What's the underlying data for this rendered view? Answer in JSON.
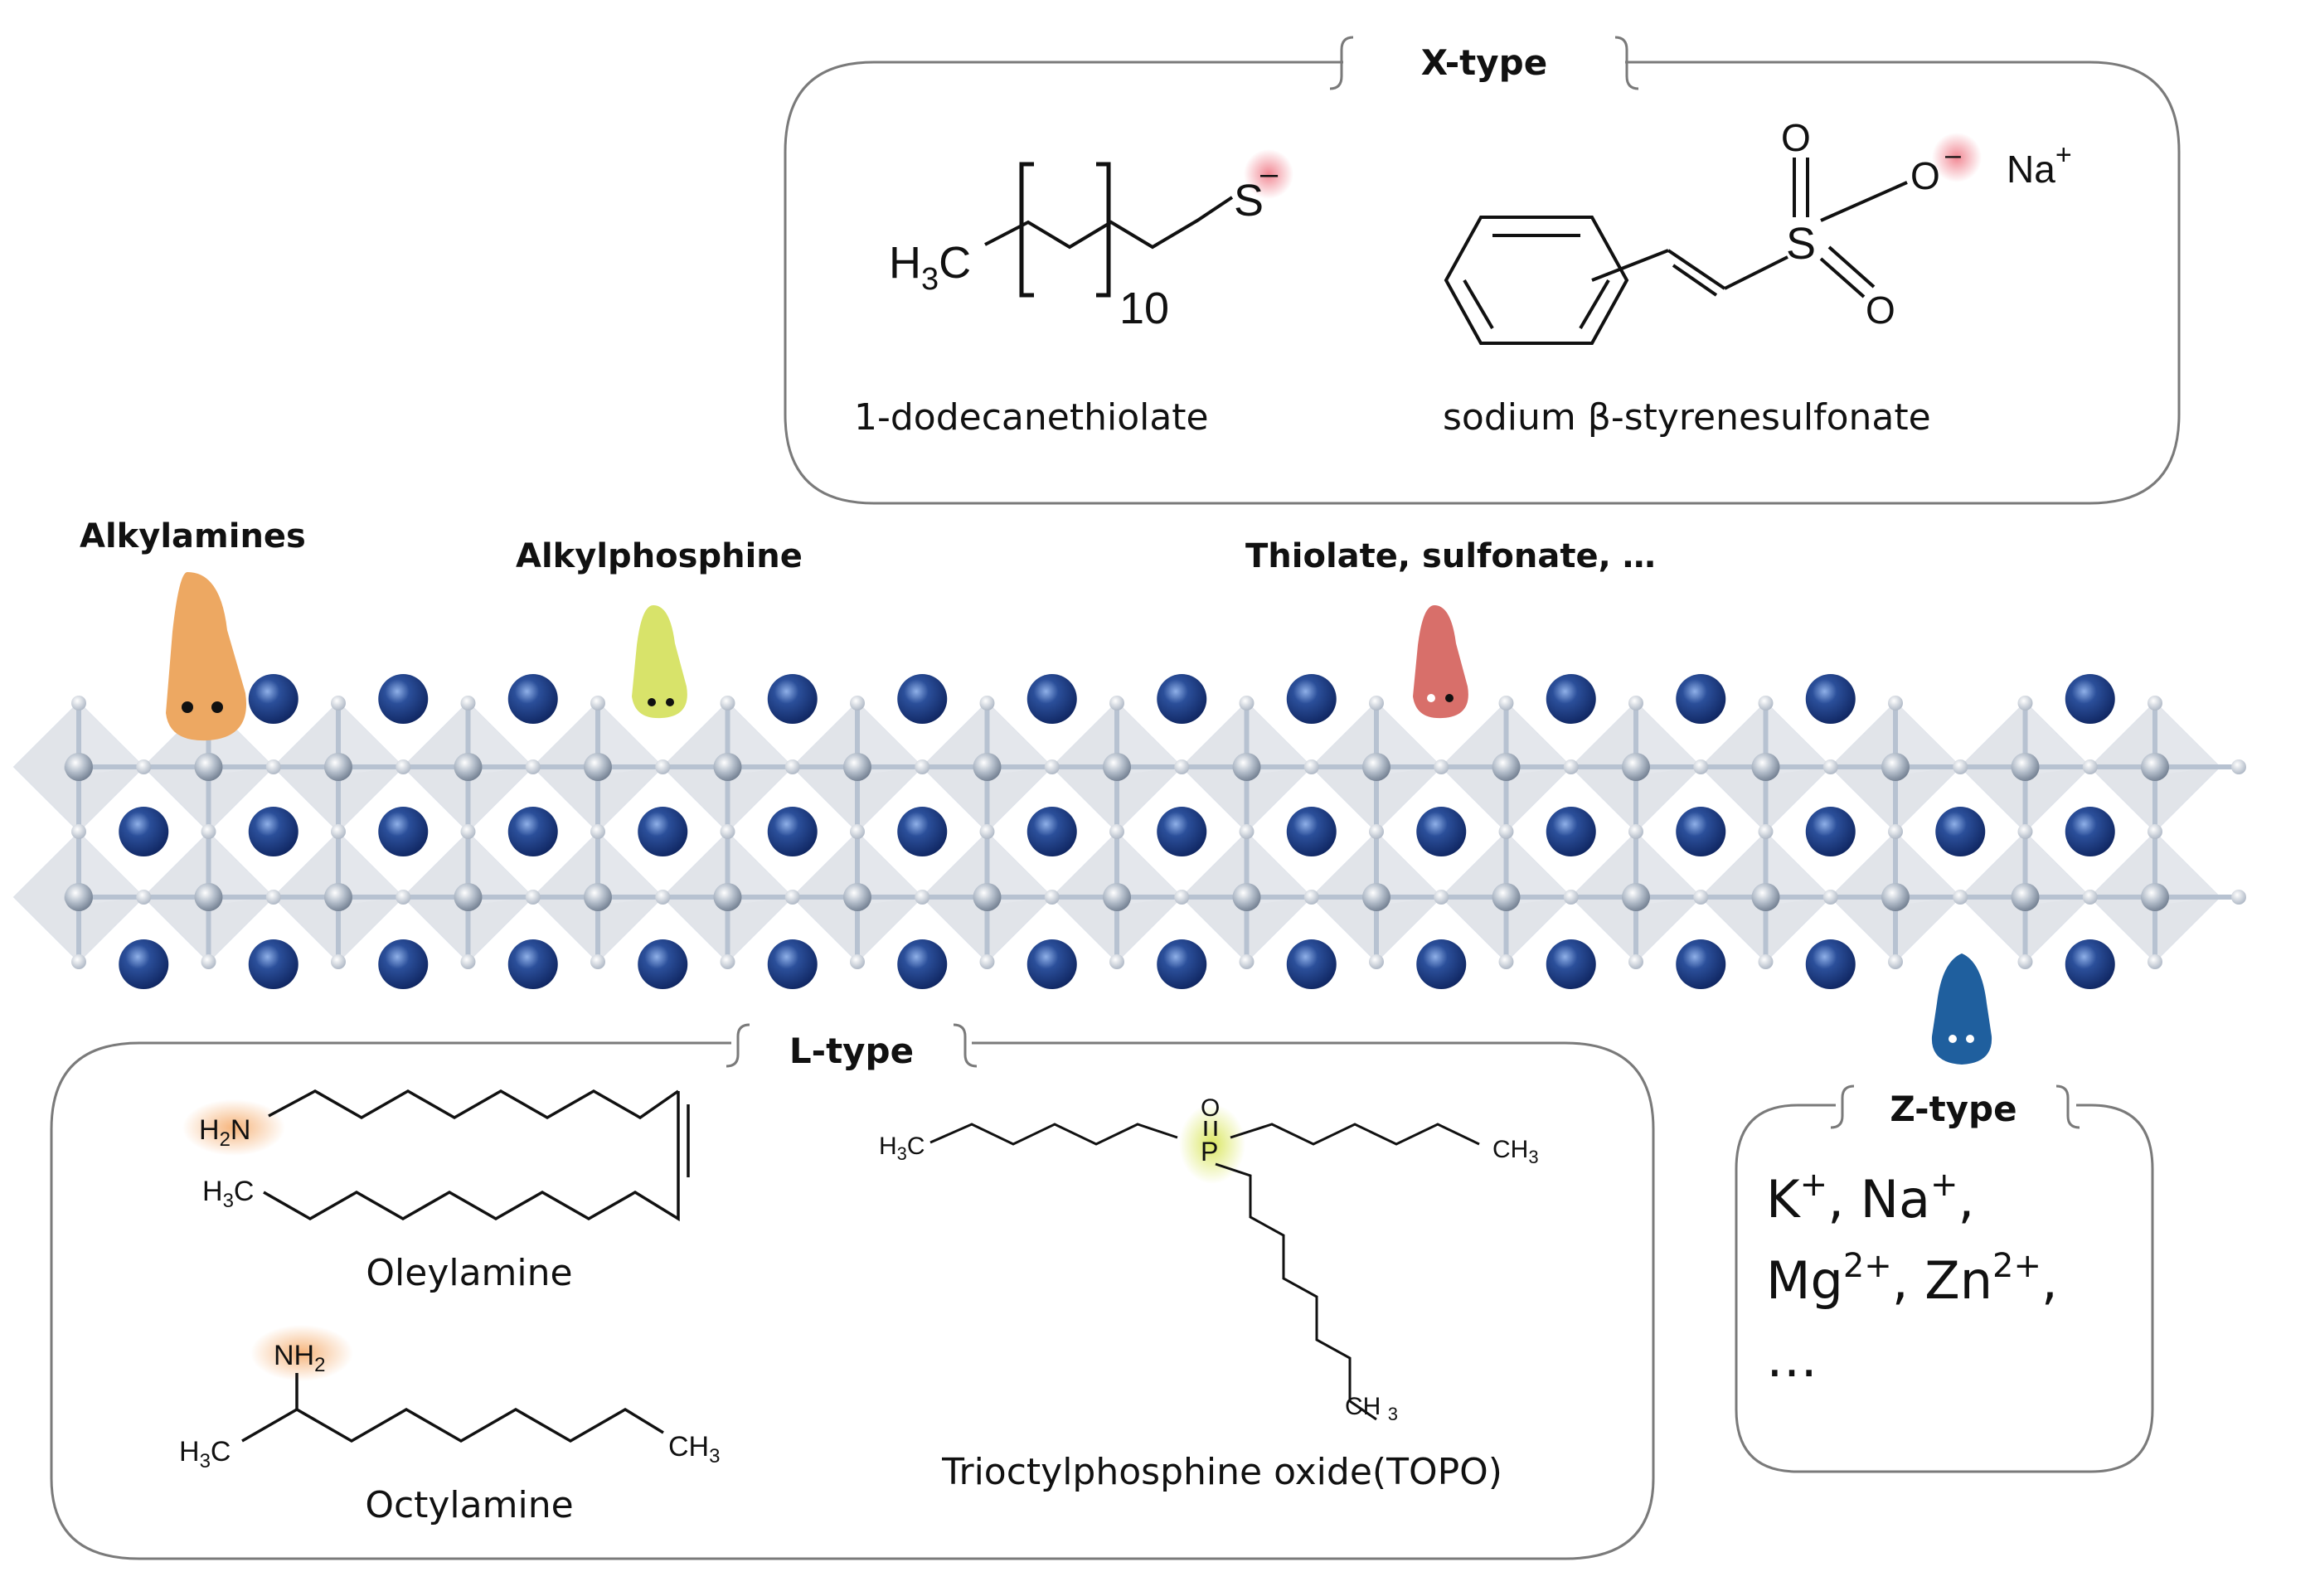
{
  "colors": {
    "box_stroke": "#7a7a7a",
    "lattice_atom": "#1f3f86",
    "lattice_node": "#9aa6b6",
    "octahedron": "#c9ced7",
    "bond": "#b7c2d1",
    "amine_lobe": "#eda862",
    "phosphine_lobe": "#d8e36a",
    "anion_lobe": "#d86f6a",
    "ztype_lobe": "#1f5f9e",
    "charge_glow": "#f4a0a8",
    "amine_glow": "#f7c08e",
    "phosphine_glow": "#dfea7a"
  },
  "xtype": {
    "title": "X-type",
    "mol1": {
      "name": "1-dodecanethiolate",
      "h": "H",
      "sub3": "3",
      "c": "C",
      "repeat": "10",
      "s": "S",
      "charge": "–"
    },
    "mol2": {
      "name": "sodium β-styrenesulfonate",
      "s": "S",
      "o_top": "O",
      "o_bottom": "O",
      "o_minus": "O",
      "charge": "–",
      "na": "Na",
      "plus": "+"
    }
  },
  "labels": {
    "alkylamines": "Alkylamines",
    "alkylphosphine": "Alkylphosphine",
    "thiolate": "Thiolate, sulfonate, …"
  },
  "ltype": {
    "title": "L-type",
    "oleylamine": {
      "name": "Oleylamine",
      "h2n": "H",
      "h2n_sub": "2",
      "h2n_n": "N",
      "h3c": "H",
      "h3c_sub": "3",
      "h3c_c": "C"
    },
    "octylamine": {
      "name": "Octylamine",
      "nh2": "NH",
      "nh2_sub": "2",
      "h3c": "H",
      "h3c_sub": "3",
      "h3c_c": "C",
      "ch3": "CH",
      "ch3_sub": "3"
    },
    "topo": {
      "name": "Trioctylphosphine oxide(TOPO)",
      "o": "O",
      "p": "P",
      "h3c": "H",
      "h3c_sub": "3",
      "h3c_c": "C",
      "ch3_right": "CH",
      "ch3_right_sub": "3",
      "ch3_bottom": "CH",
      "ch3_bottom_sub": "3"
    }
  },
  "ztype": {
    "title": "Z-type",
    "line1_a": "K",
    "line1_a_sup": "+",
    "line1_sep": ", ",
    "line1_b": "Na",
    "line1_b_sup": "+",
    "line1_end": ",",
    "line2_a": "Mg",
    "line2_a_sup": "2+",
    "line2_sep": ", ",
    "line2_b": "Zn",
    "line2_b_sup": "2+",
    "line2_end": ",",
    "line3": "…"
  }
}
